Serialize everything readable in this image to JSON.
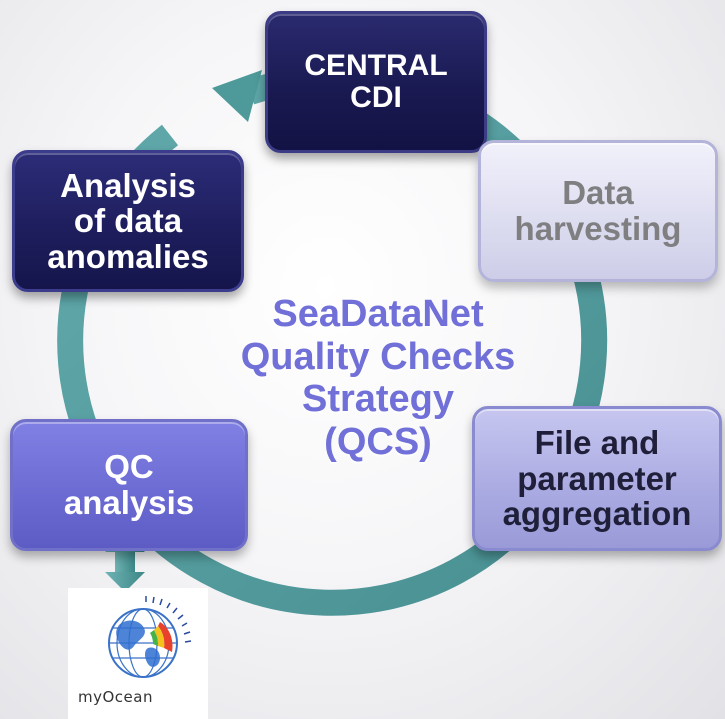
{
  "diagram": {
    "center_title": {
      "line1": "SeaDataNet",
      "line2": "Quality Checks",
      "line3": "Strategy",
      "line4": "(QCS)"
    },
    "nodes": {
      "central_cdi": {
        "line1": "CENTRAL",
        "line2": "CDI"
      },
      "data_harvesting": {
        "line1": "Data",
        "line2": "harvesting"
      },
      "aggregation": {
        "line1": "File and",
        "line2": "parameter",
        "line3": "aggregation"
      },
      "qc_analysis": {
        "line1": "QC",
        "line2": "analysis"
      },
      "anomalies": {
        "line1": "Analysis",
        "line2": "of data",
        "line3": "anomalies"
      }
    },
    "logo": {
      "text": "myOcean",
      "icon": "globe-icon"
    },
    "colors": {
      "cycle": "#4e9a9a",
      "dark_navy": "#1a1a52",
      "lavender": "#aaaae2",
      "periwinkle": "#6a6ad2",
      "title": "#7070d8"
    }
  }
}
